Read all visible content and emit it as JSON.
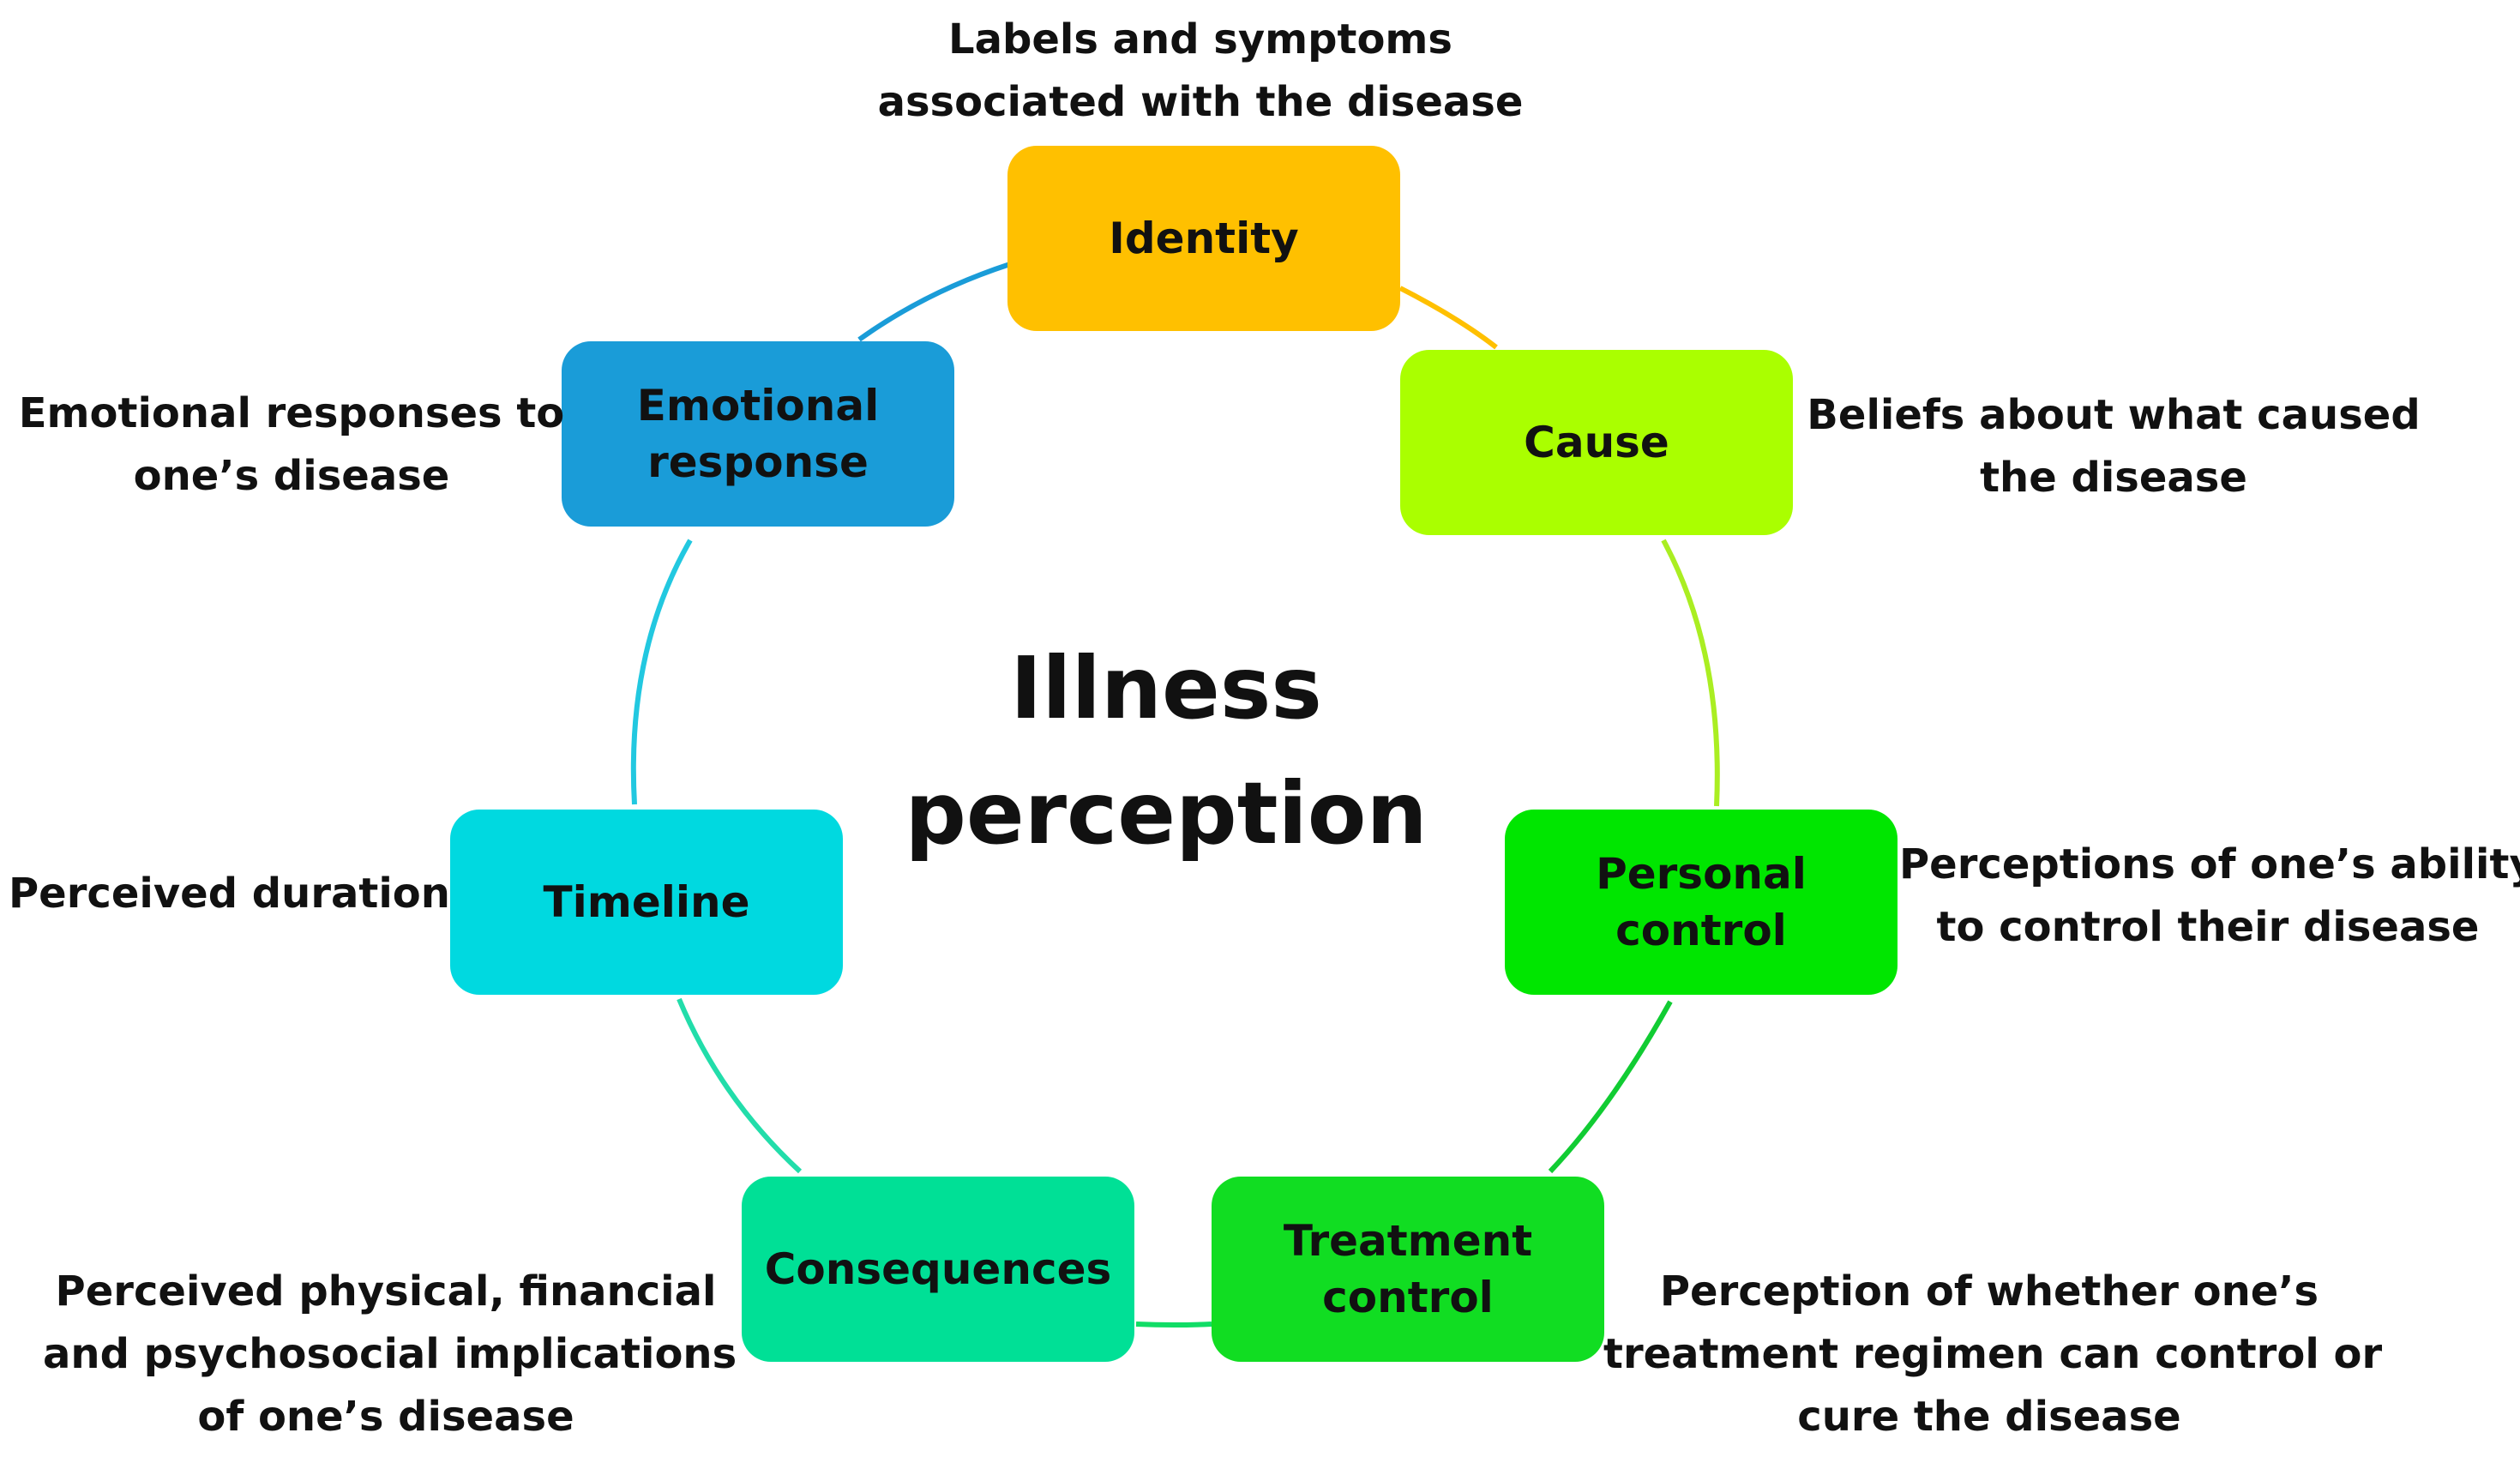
{
  "title": [
    "Illness",
    "perception"
  ],
  "nodes": [
    {
      "id": "identity",
      "label": [
        "Identity"
      ],
      "color": "#FFC000",
      "description": [
        "Labels and symptoms",
        "associated with the disease"
      ]
    },
    {
      "id": "cause",
      "label": [
        "Cause"
      ],
      "color": "#AAFF00",
      "description": [
        "Beliefs about what caused",
        "the disease"
      ]
    },
    {
      "id": "personal-control",
      "label": [
        "Personal",
        "control"
      ],
      "color": "#00E600",
      "description": [
        "Perceptions of one’s ability",
        "to control their disease"
      ]
    },
    {
      "id": "treatment-control",
      "label": [
        "Treatment",
        "control"
      ],
      "color": "#11DD22",
      "description": [
        "Perception of whether one’s",
        "treatment regimen can control or",
        "cure the disease"
      ]
    },
    {
      "id": "consequences",
      "label": [
        "Consequences"
      ],
      "color": "#00E096",
      "description": [
        "Perceived physical, financial",
        "and psychosocial implications",
        "of one’s disease"
      ]
    },
    {
      "id": "timeline",
      "label": [
        "Timeline"
      ],
      "color": "#00D9E0",
      "description": [
        "Perceived duration"
      ]
    },
    {
      "id": "emotional-response",
      "label": [
        "Emotional",
        "response"
      ],
      "color": "#1A9CD8",
      "description": [
        "Emotional responses to",
        "one’s disease"
      ]
    }
  ]
}
